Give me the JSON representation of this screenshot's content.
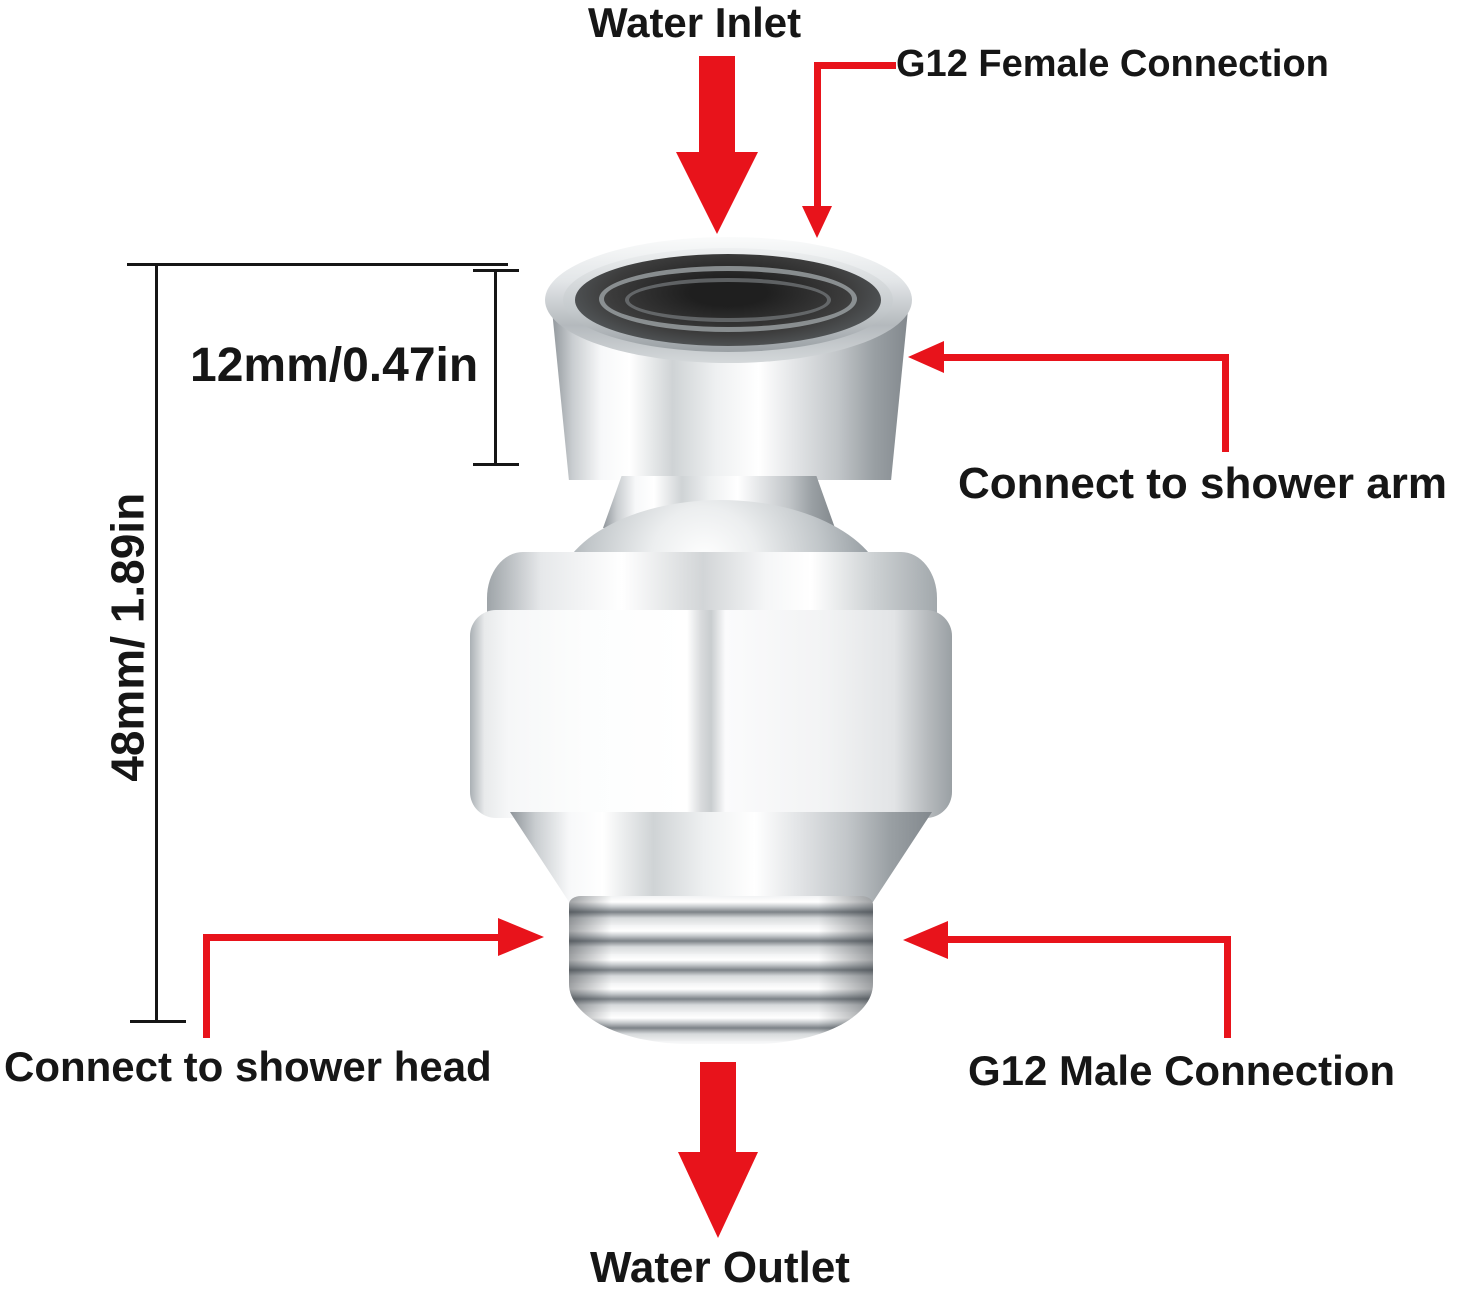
{
  "colors": {
    "accent_red": "#e8131b",
    "line_black": "#161616",
    "background": "#ffffff"
  },
  "annotations": {
    "water_inlet": "Water Inlet",
    "g12_female": "G12 Female Connection",
    "connect_shower_arm": "Connect to shower arm",
    "width_dimension": "12mm/0.47in",
    "height_dimension": "48mm/ 1.89in",
    "connect_shower_head": "Connect to shower head",
    "g12_male": "G12 Male Connection",
    "water_outlet": "Water Outlet"
  }
}
